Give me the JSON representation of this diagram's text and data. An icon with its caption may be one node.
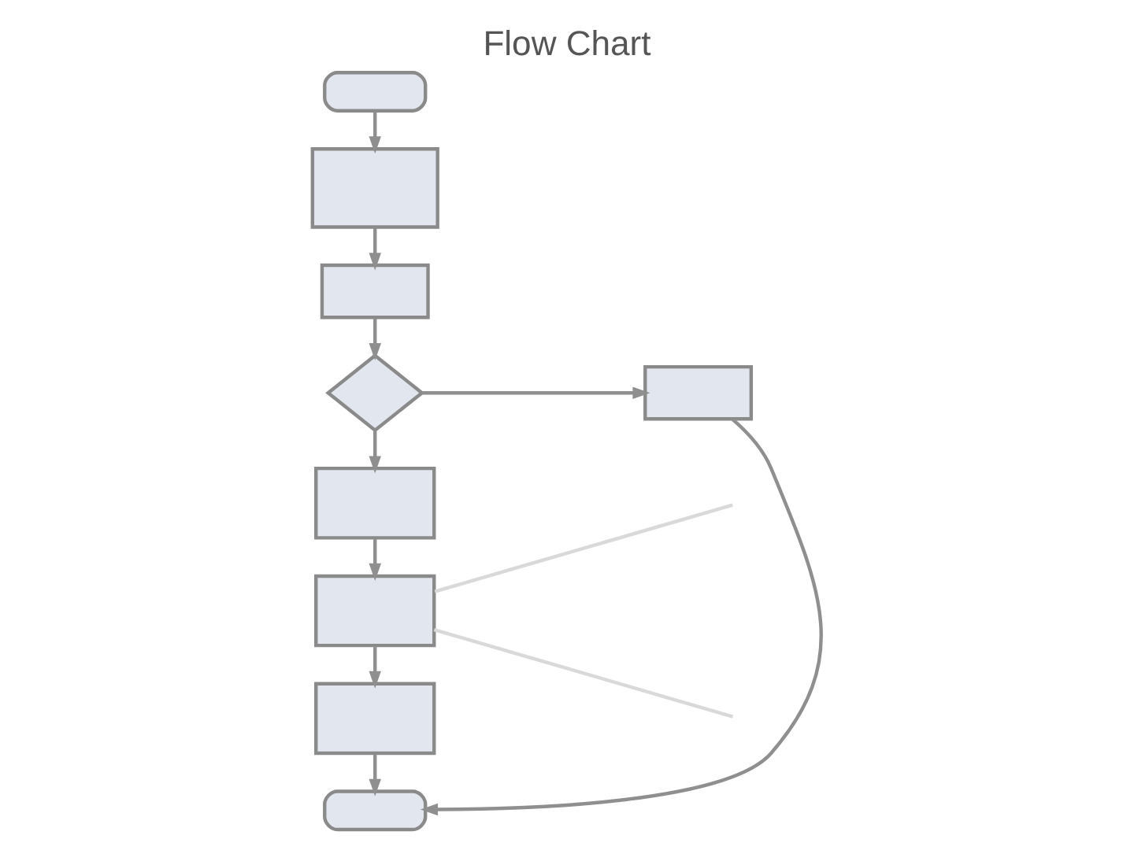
{
  "diagram": {
    "title": "Flow Chart",
    "nodes": [
      {
        "text": [],
        "shape": "oval"
      },
      {
        "text": [],
        "shape": "box"
      },
      {
        "text": [],
        "shape": "box"
      },
      {
        "text": [],
        "shape": "diamond"
      },
      {
        "text": [],
        "shape": "box"
      },
      {
        "text": [],
        "shape": "box"
      },
      {
        "text": [],
        "shape": "box"
      },
      {
        "text": [],
        "shape": "box"
      },
      {
        "text": [],
        "shape": "oval"
      }
    ],
    "edges": [
      {
        "from": 0,
        "to": 1,
        "arrow": "to"
      },
      {
        "from": 1,
        "to": 2,
        "arrow": "to"
      },
      {
        "from": 2,
        "to": 3,
        "arrow": "to"
      },
      {
        "from": 3,
        "to": 4,
        "arrow": "to"
      },
      {
        "from": 3,
        "to": 5,
        "arrow": "to"
      },
      {
        "from": 5,
        "to": 6,
        "arrow": "to"
      },
      {
        "from": 6,
        "to": 7,
        "arrow": "to"
      },
      {
        "from": 7,
        "to": 8,
        "arrow": "to"
      },
      {
        "from": 4,
        "to": 8,
        "arrow": "to"
      },
      {
        "from": 6,
        "to": null,
        "arrow": "none",
        "color": "#d9d9d9"
      },
      {
        "from": 6,
        "to": null,
        "arrow": "none",
        "color": "#d9d9d9"
      }
    ]
  }
}
